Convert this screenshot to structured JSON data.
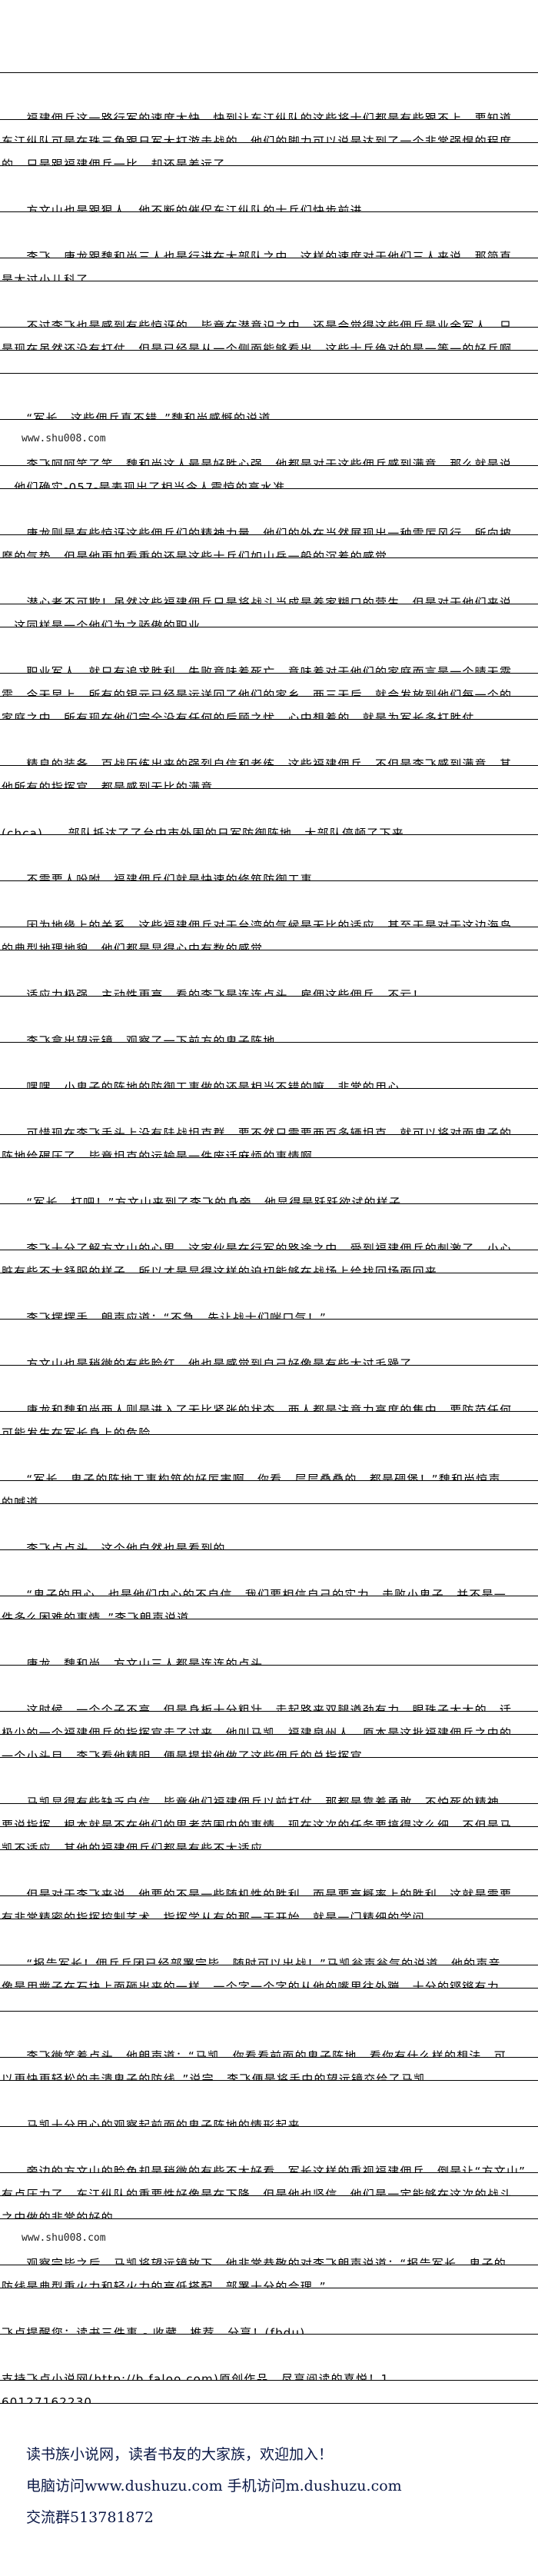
{
  "chapter": {
    "lines": [
      {
        "kind": "text",
        "text": "　　福建佣兵这一路行军的速度太快，快到让东江纵队的这些将士们都是有些跟不上，要知道"
      },
      {
        "kind": "text",
        "text": "东江纵队可是在珠三角跟日军大打游击战的，他们的脚力可以说是达到了一个非常强悍的程度"
      },
      {
        "kind": "text",
        "text": "的，只是跟福建佣兵一比，却还是差远了。"
      },
      {
        "kind": "blank"
      },
      {
        "kind": "text",
        "text": "　　方文山也是跟狠人，他不断的催促东江纵队的士兵们快步前进。"
      },
      {
        "kind": "blank"
      },
      {
        "kind": "text",
        "text": "　　李飞，唐龙跟魏和尚三人也是行进在大部队之中，这样的速度对于他们三人来说，那简直"
      },
      {
        "kind": "text",
        "text": "是太过小儿科了。"
      },
      {
        "kind": "blank"
      },
      {
        "kind": "text",
        "text": "　　不过李飞也是感到有些惊讶的，毕竟在潜意识之中，还是会觉得这些佣兵是业余军人，只"
      },
      {
        "kind": "text",
        "text": "是现在虽然还没有打仗，但是已经是从一个侧面能够看出，这些士兵绝对的是一等一的好兵啊"
      },
      {
        "kind": "text",
        "text": "。"
      },
      {
        "kind": "blank"
      },
      {
        "kind": "text",
        "text": "　　“军长，这些佣兵真不错。”魏和尚感慨的说道。"
      },
      {
        "kind": "watermark",
        "text": "　　www.shu008.com"
      },
      {
        "kind": "text",
        "text": "　　李飞呵呵笑了笑，魏和尚这人最是好胜心强，他都是对于这些佣兵感到满意，那么就是说"
      },
      {
        "kind": "text",
        "text": "，他们确实-057-是表现出了相当令人震惊的高水准。"
      },
      {
        "kind": "blank"
      },
      {
        "kind": "text",
        "text": "　　唐龙则是有些惊讶这些佣兵们的精神力量，他们的外在当然展现出一种雷厉风行，所向披"
      },
      {
        "kind": "text",
        "text": "靡的气势，但是他更加看重的还是这些士兵们如山岳一般的沉着的感觉。"
      },
      {
        "kind": "blank"
      },
      {
        "kind": "text",
        "text": "　　潜心者不可欺！虽然这些福建佣兵只是将战斗当成是养家糊口的营生，但是对于他们来说"
      },
      {
        "kind": "text",
        "text": "，这同样是一个他们为之骄傲的职业。"
      },
      {
        "kind": "blank"
      },
      {
        "kind": "text",
        "text": "　　职业军人，就只有追求胜利。失败意味着死亡，意味着对于他们的家庭而言是一个晴天霹"
      },
      {
        "kind": "text",
        "text": "雳，今天早上，所有的银元已经是运送回了他们的家乡，两三天后，就会发放到他们每一个的"
      },
      {
        "kind": "text",
        "text": "家庭之中，所有现在他们完全没有任何的后顾之忧，心中想着的，就是为军长多打胜仗。"
      },
      {
        "kind": "blank"
      },
      {
        "kind": "text",
        "text": "　　精良的装备，百战历练出来的强烈自信和老练，这些福建佣兵，不但是李飞感到满意，其"
      },
      {
        "kind": "text",
        "text": "他所有的指挥官，都是感到无比的满意。"
      },
      {
        "kind": "blank"
      },
      {
        "kind": "text",
        "text": "(chca)　　部队抵达了了台中市外围的日军防御阵地，大部队停顿了下来。"
      },
      {
        "kind": "blank"
      },
      {
        "kind": "text",
        "text": "　　不需要人吩咐，福建佣兵们就是快速的修筑防御工事。"
      },
      {
        "kind": "blank"
      },
      {
        "kind": "text",
        "text": "　　因为地缘上的关系，这些福建佣兵对于台湾的气候是无比的适应，甚至于是对于这边海岛"
      },
      {
        "kind": "text",
        "text": "的典型地理地貌，他们都是显得心中有数的感觉。"
      },
      {
        "kind": "blank"
      },
      {
        "kind": "text",
        "text": "　　适应力极强，主动性更高，看的李飞是连连点头，雇佣这些佣兵，不亏！"
      },
      {
        "kind": "blank"
      },
      {
        "kind": "text",
        "text": "　　李飞拿出望远镜，观察了一下前方的鬼子阵地。"
      },
      {
        "kind": "blank"
      },
      {
        "kind": "text",
        "text": "　　嘿嘿，小鬼子的阵地的防御工事做的还是相当不错的嘛，非常的用心。"
      },
      {
        "kind": "blank"
      },
      {
        "kind": "text",
        "text": "　　可惜现在李飞手头上没有陆战坦克群，要不然只需要两百多辆坦克，就可以将对面鬼子的"
      },
      {
        "kind": "text",
        "text": "阵地给碾压了，毕竟坦克的运输是一件废话麻烦的事情啊。"
      },
      {
        "kind": "blank"
      },
      {
        "kind": "text",
        "text": "　　“军长，打吧！”方文山来到了李飞的身旁，他显得是跃跃欲试的样子。"
      },
      {
        "kind": "blank"
      },
      {
        "kind": "text",
        "text": "　　李飞十分了解方文山的心思，这家伙是在行军的路途之中，受到福建佣兵的刺激了，小心"
      },
      {
        "kind": "text",
        "text": "脏有些不太舒服的样子，所以才是显得这样的迫切能够在战场上给找回场面回来。"
      },
      {
        "kind": "blank"
      },
      {
        "kind": "text",
        "text": "　　李飞摆摆手，朗声应道：“不急，先让战士们喘口气！”"
      },
      {
        "kind": "blank"
      },
      {
        "kind": "text",
        "text": "　　方文山也是稍微的有些脸红，他也是感觉到自己好像是有些太过毛躁了。"
      },
      {
        "kind": "blank"
      },
      {
        "kind": "text",
        "text": "　　唐龙和魏和尚两人则是进入了无比紧张的状态，两人都是注意力高度的集中，要防范任何"
      },
      {
        "kind": "text",
        "text": "可能发生在军长身上的危险。"
      },
      {
        "kind": "blank"
      },
      {
        "kind": "text",
        "text": "　　“军长，鬼子的阵地工事构筑的好厉害啊，你看，层层叠叠的，都是碉堡！”魏和尚惊声"
      },
      {
        "kind": "text",
        "text": "的喊道。"
      },
      {
        "kind": "blank"
      },
      {
        "kind": "text",
        "text": "　　李飞点点头，这个他自然也是看到的。"
      },
      {
        "kind": "blank"
      },
      {
        "kind": "text",
        "text": "　　“鬼子的用心，也是他们内心的不自信，我们要相信自己的实力，击败小鬼子，并不是一"
      },
      {
        "kind": "text",
        "text": "件多么困难的事情。”李飞朗声说道。"
      },
      {
        "kind": "blank"
      },
      {
        "kind": "text",
        "text": "　　唐龙，魏和尚，方文山三人都是连连的点头。"
      },
      {
        "kind": "blank"
      },
      {
        "kind": "text",
        "text": "　　这时候，一个个子不高，但是身板十分粗壮，走起路来双腿遒劲有力，眼珠子大大的，话"
      },
      {
        "kind": "text",
        "text": "极少的一个福建佣兵的指挥官走了过来，他叫马凯，福建泉州人，原本是这批福建佣兵之中的"
      },
      {
        "kind": "text",
        "text": "一个小头目，李飞看他精明，便是提拔他做了这些佣兵的总指挥官。"
      },
      {
        "kind": "blank"
      },
      {
        "kind": "text",
        "text": "　　马凯显得有些缺乏自信，毕竟他们福建佣兵以前打仗，那都是靠着勇敢，不怕死的精神，"
      },
      {
        "kind": "text",
        "text": "要说指挥，根本就是不在他们的思考范围内的事情，现在这次的任务要搞得这么细，不但是马"
      },
      {
        "kind": "text",
        "text": "凯不适应，其他的福建佣兵们都是有些不太适应。"
      },
      {
        "kind": "blank"
      },
      {
        "kind": "text",
        "text": "　　但是对于李飞来说，他要的不是一些随机性的胜利，而是要高概率上的胜利，这就是需要"
      },
      {
        "kind": "text",
        "text": "有非常精密的指挥控制艺术，指挥学从有的那一天开始，就是一门精细的学问。"
      },
      {
        "kind": "blank"
      },
      {
        "kind": "text",
        "text": "　　“报告军长！佣兵兵团已经部署完毕，随时可以出战！”马凯瓮声瓮气的说道，他的声音"
      },
      {
        "kind": "text",
        "text": "像是用凿子在石块上面砸出来的一样，一个字一个字的从他的嘴里往外蹦，十分的铿锵有力。"
      },
      {
        "kind": "rule"
      },
      {
        "kind": "blank"
      },
      {
        "kind": "text",
        "text": "　　李飞微笑着点头，他朗声道：“马凯，你看看前面的鬼子阵地，看你有什么样的想法，可"
      },
      {
        "kind": "text",
        "text": "以更快更轻松的击溃鬼子的防线。”说完，李飞便是将手中的望远镜交给了马凯。"
      },
      {
        "kind": "blank"
      },
      {
        "kind": "text",
        "text": "　　马凯十分用心的观察起前面的鬼子阵地的情形起来。"
      },
      {
        "kind": "blank"
      },
      {
        "kind": "text",
        "text": "　　旁边的方文山的脸色却是稍微的有些不太好看，军长这样的重视福建佣兵，倒是让“方文山”"
      },
      {
        "kind": "text",
        "text": "有点压力了，东江纵队的重要性好像是在下降，但是他也坚信，他们是一定能够在这次的战斗"
      },
      {
        "kind": "text",
        "text": "之中做的非常的好的。"
      },
      {
        "kind": "watermark",
        "text": "　　www.shu008.com"
      },
      {
        "kind": "text",
        "text": "　　观察完毕之后，马凯将望远镜放下，他非常恭敬的对李飞朗声说道：“报告军长，鬼子的"
      },
      {
        "kind": "text",
        "text": "防线是典型重火力和轻火力的高低搭配，部署十分的合理。”"
      },
      {
        "kind": "blank"
      },
      {
        "kind": "text",
        "text": "飞卢提醒您：读书三件事 - 收藏、推荐、分享！(fbdu)"
      },
      {
        "kind": "blank"
      },
      {
        "kind": "text",
        "text": "支持飞卢小说网(http://b.faloo.com)原创作品，尽享阅读的喜悦！1"
      },
      {
        "kind": "text",
        "text": "60127162230"
      }
    ]
  },
  "footer": {
    "slogan": "读书族小说网，读者书友的大家族，欢迎加入！",
    "access": "电脑访问www.dushuzu.com 手机访问m.dushuzu.com",
    "group": "交流群513781872"
  },
  "colors": {
    "footer_text": "#0b1846",
    "rule": "#000000"
  }
}
